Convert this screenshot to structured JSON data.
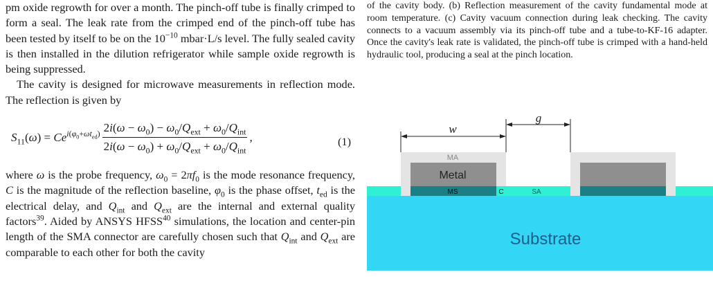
{
  "left": {
    "para1_lines": "pm oxide regrowth for over a month. The pinch-off tube is finally crimped to form a seal. The leak rate from the crimped end of the pinch-off tube has been tested by itself to be on the",
    "para1_exp_base": "10",
    "para1_exp": "−10",
    "para1_tail": " mbar·L/s level. The fully sealed cavity is then installed in the dilution refrigerator while sample oxide regrowth is being suppressed.",
    "para2": "The cavity is designed for microwave measurements in reflection mode. The reflection is given by",
    "eq_number": "(1)",
    "para3": {
      "a": "where ",
      "b": " is the probe frequency, ",
      "c": " is the mode resonance frequency, ",
      "d": " is the magnitude of the reflection baseline, ",
      "e": " is the phase offset, ",
      "f": " is the electrical delay, and ",
      "g": " and ",
      "h": " are the internal and external quality factors",
      "ref39": "39",
      "i": ". Aided by ANSYS HFSS",
      "ref40": "40",
      "j": " simulations, the location and center-pin length of the SMA connector are carefully chosen such that ",
      "k": " and ",
      "l": " are comparable to each other for both the cavity"
    }
  },
  "right": {
    "caption_lines": "of the cavity body. (b) Reflection measurement of the cavity fundamental mode at room temperature. (c) Cavity vacuum connection during leak checking. The cavity connects to a vacuum assembly via its pinch-off tube and a tube-to-KF-16 adapter. Once the cavity's leak rate is validated, the pinch-off tube is crimped with a hand-held hydraulic tool, producing a seal at the pinch location."
  },
  "figure": {
    "label_w": "w",
    "label_g": "g",
    "label_ma": "MA",
    "label_metal": "Metal",
    "label_ms": "MS",
    "label_c": "C",
    "label_sa": "SA",
    "label_substrate": "Substrate",
    "colors": {
      "substrate": "#33d6f5",
      "sa_layer": "#2ff0d2",
      "ma_layer": "#e4e4e4",
      "metal": "#8f8f8f",
      "ms_layer": "#1c7f86",
      "substrate_text": "#1f5f8a"
    }
  }
}
